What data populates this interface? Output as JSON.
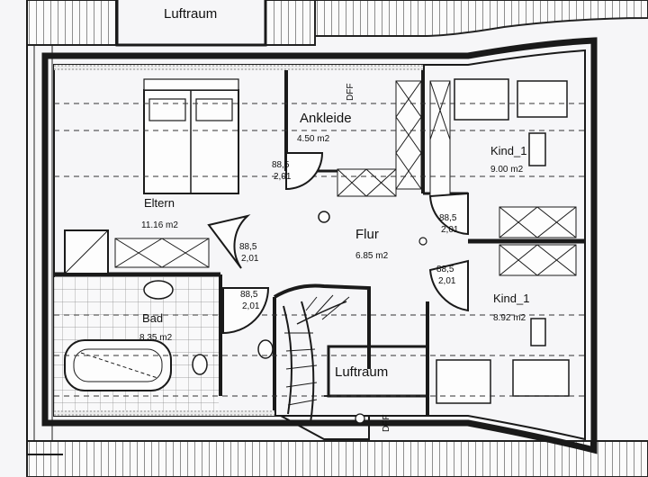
{
  "plan": {
    "rooms": {
      "luftraum_top": {
        "name": "Luftraum"
      },
      "ankleide": {
        "name": "Ankleide",
        "area": "4.50 m2"
      },
      "eltern": {
        "name": "Eltern",
        "area": "11.16 m2"
      },
      "flur": {
        "name": "Flur",
        "area": "6.85 m2"
      },
      "kind_top": {
        "name": "Kind_1",
        "area": "9.00 m2"
      },
      "kind_bottom": {
        "name": "Kind_1",
        "area": "8.92 m2"
      },
      "bad": {
        "name": "Bad",
        "area": "8.35 m2"
      },
      "luftraum_bottom": {
        "name": "Luftraum"
      }
    },
    "doors": {
      "ankleide_door": {
        "width": "88,5",
        "height": "2,01"
      },
      "eltern_door": {
        "width": "88,5",
        "height": "2,01"
      },
      "bad_door": {
        "width": "88,5",
        "height": "2,01"
      },
      "kind_top_door": {
        "width": "88,5",
        "height": "2,01"
      },
      "kind_bottom_door": {
        "width": "88,5",
        "height": "2,01"
      }
    },
    "fixtures": {
      "dff_top": "DFF",
      "dff_bottom": "DFF"
    }
  }
}
